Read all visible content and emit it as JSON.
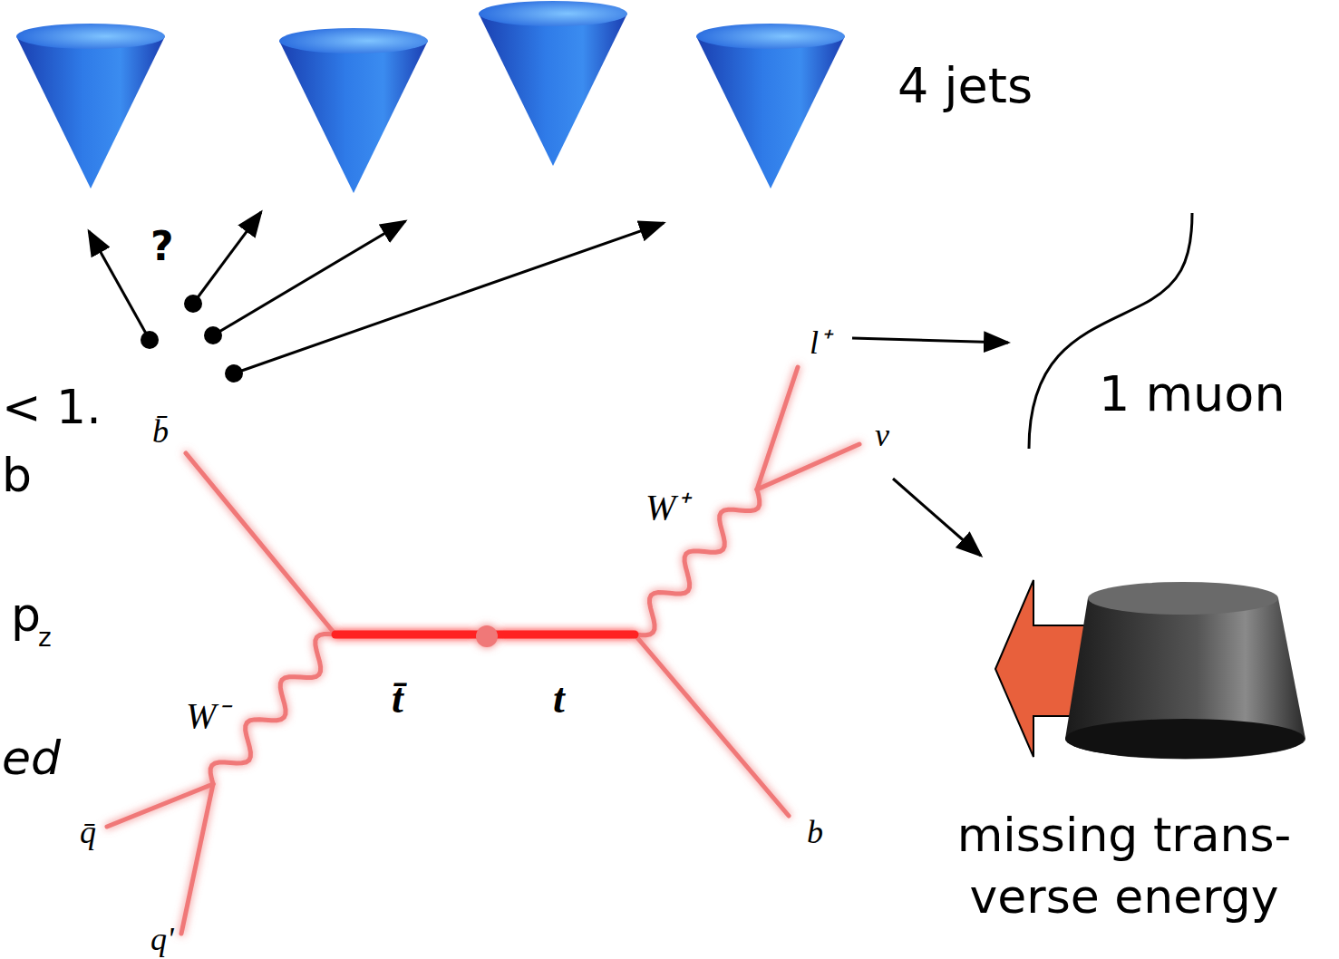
{
  "diagram": {
    "labels": [
      "4 jets",
      "?",
      "1 muon",
      "missing trans- verse energy",
      "b̄",
      "W⁻",
      "t̄",
      "t",
      "W⁺",
      "l⁺",
      "ν",
      "b",
      "q̄",
      "q'",
      "< 1.",
      "b",
      "p",
      "z",
      "ed"
    ]
  }
}
